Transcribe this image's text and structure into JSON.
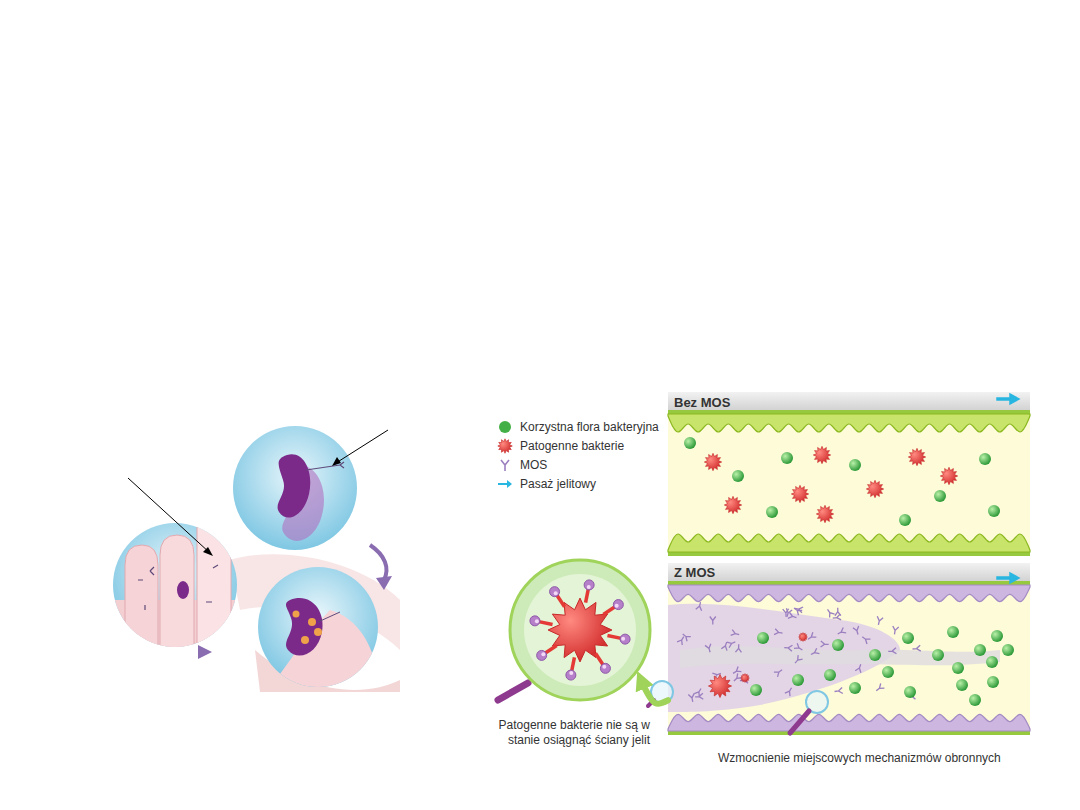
{
  "diagram": {
    "nodes": [
      {
        "text": [
          "Bez MOS"
        ]
      },
      {
        "text": [
          "Z MOS"
        ]
      },
      {
        "text": [
          "Patogenne bakterie nie są w stanie osiągnąć ściany jelit"
        ]
      }
    ],
    "edges": [
      {
        "from": 1,
        "to": 2,
        "arrow": "to"
      }
    ],
    "labels": [
      "Wzmocnienie miejscowych mechanizmów obronnych"
    ],
    "legend": [
      {
        "text": "Korzystna flora bakteryjna",
        "color": "#43b047"
      },
      {
        "text": "Patogenne bakterie"
      },
      {
        "text": "MOS"
      },
      {
        "text": "Pasaż jelitowy"
      }
    ]
  }
}
